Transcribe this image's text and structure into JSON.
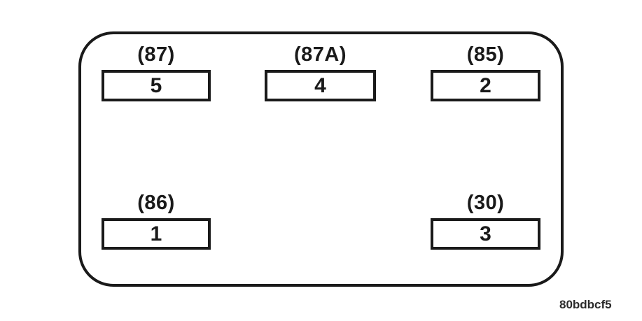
{
  "diagram": {
    "type": "relay-connector-pinout",
    "line_color": "#1a1a1a",
    "background_color": "#ffffff",
    "figure_code": "80bdbcf5",
    "pins": [
      {
        "terminal": "(87)",
        "cavity": "5",
        "position": "top-left"
      },
      {
        "terminal": "(87A)",
        "cavity": "4",
        "position": "top-center"
      },
      {
        "terminal": "(85)",
        "cavity": "2",
        "position": "top-right"
      },
      {
        "terminal": "(86)",
        "cavity": "1",
        "position": "bottom-left"
      },
      {
        "terminal": "(30)",
        "cavity": "3",
        "position": "bottom-right"
      }
    ]
  }
}
